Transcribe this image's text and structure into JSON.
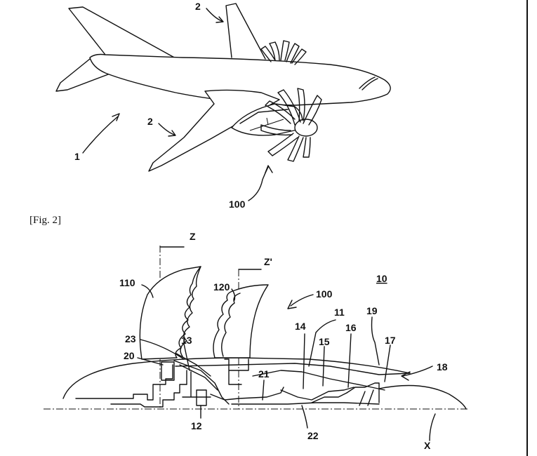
{
  "figure_caption": "[Fig. 2]",
  "figure1_labels": {
    "aircraft": "1",
    "wing_top": "2",
    "wing_bottom": "2",
    "engine": "100"
  },
  "figure2_labels": {
    "axis_z": "Z",
    "axis_z_prime": "Z'",
    "axis_x": "X",
    "ref_10": "10",
    "ref_100": "100",
    "ref_110": "110",
    "ref_120": "120",
    "ref_11": "11",
    "ref_12": "12",
    "ref_13": "13",
    "ref_14": "14",
    "ref_15": "15",
    "ref_16": "16",
    "ref_17": "17",
    "ref_18": "18",
    "ref_19": "19",
    "ref_20": "20",
    "ref_21": "21",
    "ref_22": "22",
    "ref_23": "23"
  }
}
